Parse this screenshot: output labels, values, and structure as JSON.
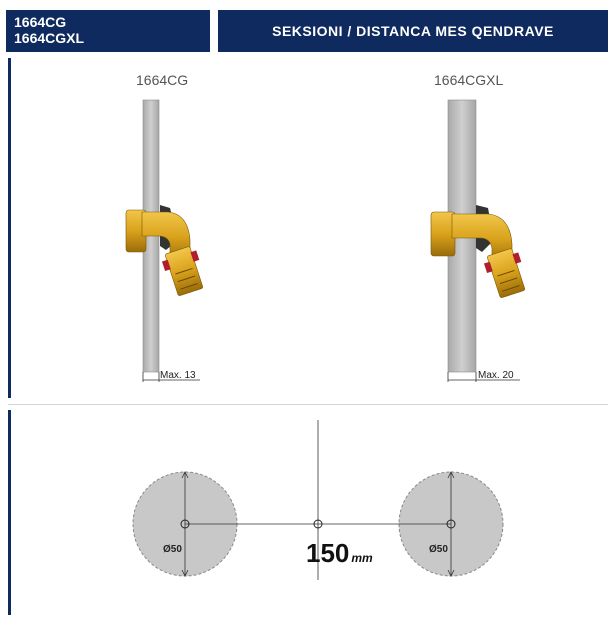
{
  "header": {
    "models_line1": "1664CG",
    "models_line2": "1664CGXL",
    "title": "SEKSIONI / DISTANCA MES QENDRAVE"
  },
  "sections": [
    {
      "model": "1664CG",
      "max_label": "Max. 13"
    },
    {
      "model": "1664CGXL",
      "max_label": "Max. 20"
    }
  ],
  "distance": {
    "circle_left_label": "Ø50",
    "circle_right_label": "Ø50",
    "value": "150",
    "unit": "mm"
  },
  "colors": {
    "header_bg": "#0f2a5f",
    "brass": "#d9a21b",
    "panel_gray": "#bfbfbf",
    "circle_gray": "#c8c8c8"
  }
}
